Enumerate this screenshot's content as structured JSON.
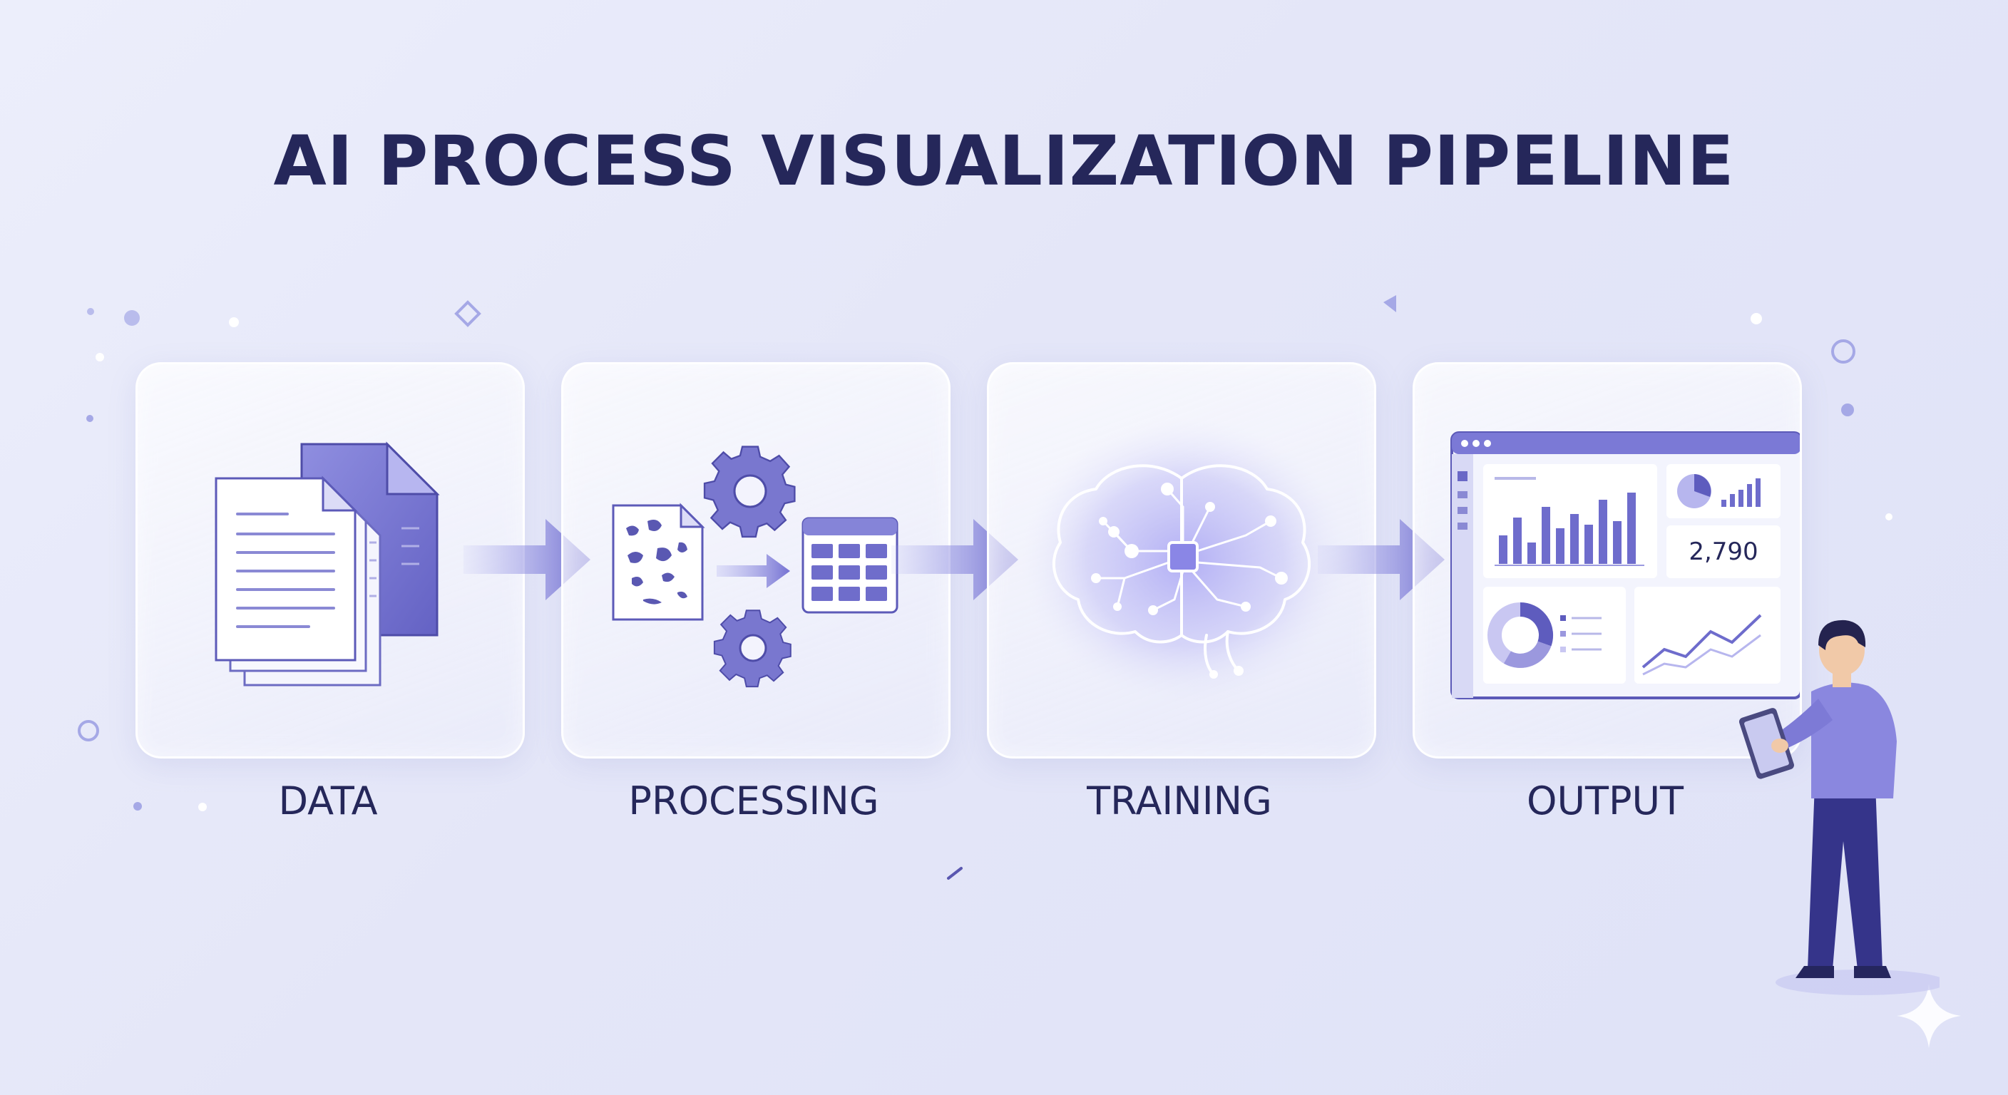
{
  "title": "AI PROCESS VISUALIZATION PIPELINE",
  "stages": [
    {
      "label": "DATA",
      "icon": "documents-icon"
    },
    {
      "label": "PROCESSING",
      "icon": "gears-table-icon"
    },
    {
      "label": "TRAINING",
      "icon": "brain-circuit-icon"
    },
    {
      "label": "OUTPUT",
      "icon": "dashboard-icon"
    }
  ],
  "output_dashboard": {
    "metric_value": "2,790"
  },
  "colors": {
    "title": "#25275a",
    "accent": "#7b78d6",
    "accent_dark": "#5a57b0",
    "background": "#e4e6f8"
  }
}
